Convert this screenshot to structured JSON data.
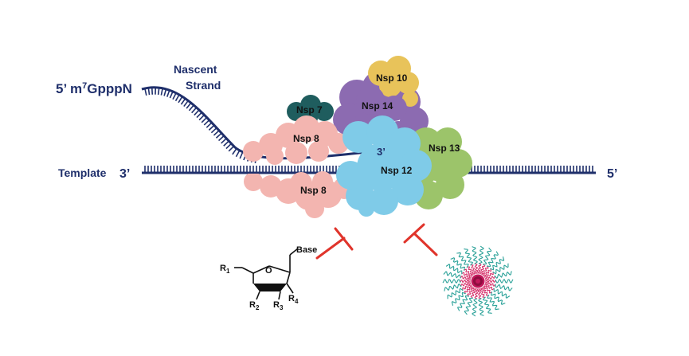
{
  "labels": {
    "five_prime_cap": "5’ m7GpppN",
    "five_prime_cap_parts": {
      "prefix": "5’ m",
      "superscript": "7",
      "suffix": "GpppN"
    },
    "nascent_line1": "Nascent",
    "nascent_line2": "Strand",
    "template": "Template",
    "template_3prime": "3’",
    "template_5prime": "5’",
    "nascent_3prime": "3’"
  },
  "proteins": {
    "nsp10": "Nsp 10",
    "nsp14": "Nsp 14",
    "nsp7": "Nsp 7",
    "nsp8_top": "Nsp 8",
    "nsp8_bottom": "Nsp 8",
    "nsp12": "Nsp 12",
    "nsp13": "Nsp 13"
  },
  "nucleoside": {
    "base": "Base",
    "o": "O",
    "r1": "R1",
    "r2": "R2",
    "r3": "R3",
    "r4": "R4"
  },
  "colors": {
    "strand": "#1f2f6b",
    "nsp10": "#e8c35a",
    "nsp14": "#8c6bb1",
    "nsp7": "#1f5d5e",
    "nsp8": "#f3b5b0",
    "nsp12": "#7fcbe8",
    "nsp13": "#9cc46a",
    "inhibitor": "#e0342b",
    "nanoparticle_core": "#c2185b",
    "nanoparticle_arms": "#2aa198"
  },
  "icons": [
    "inhibitor-t-bar-icon",
    "nanoparticle-icon",
    "nucleoside-analog-structure-icon"
  ]
}
